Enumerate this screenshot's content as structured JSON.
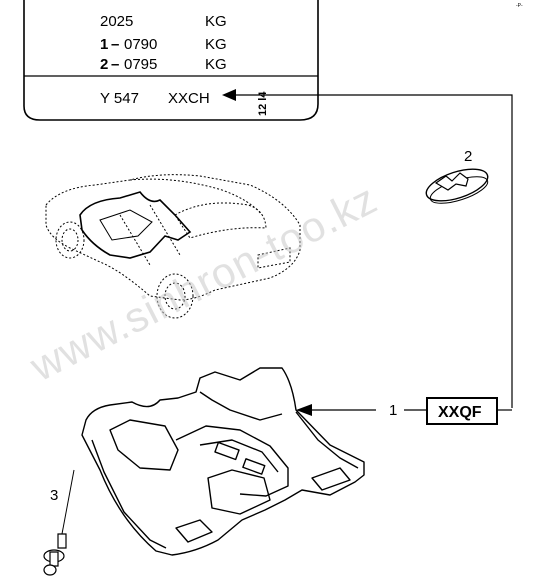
{
  "corner_mark": "-P-",
  "label_panel": {
    "rows": [
      {
        "prefix": "",
        "code": "2025",
        "unit": "KG"
      },
      {
        "prefix": "1",
        "code": "0790",
        "unit": "KG"
      },
      {
        "prefix": "2",
        "code": "0795",
        "unit": "KG"
      }
    ],
    "dash": "–",
    "model": "Y 547",
    "trim_code": "XXCH",
    "rotated_code": "12 l4"
  },
  "callouts": {
    "item_1": "1",
    "item_2": "2",
    "item_3": "3",
    "part_code": "XXQF"
  },
  "watermark": "www.sinhron-too.kz"
}
